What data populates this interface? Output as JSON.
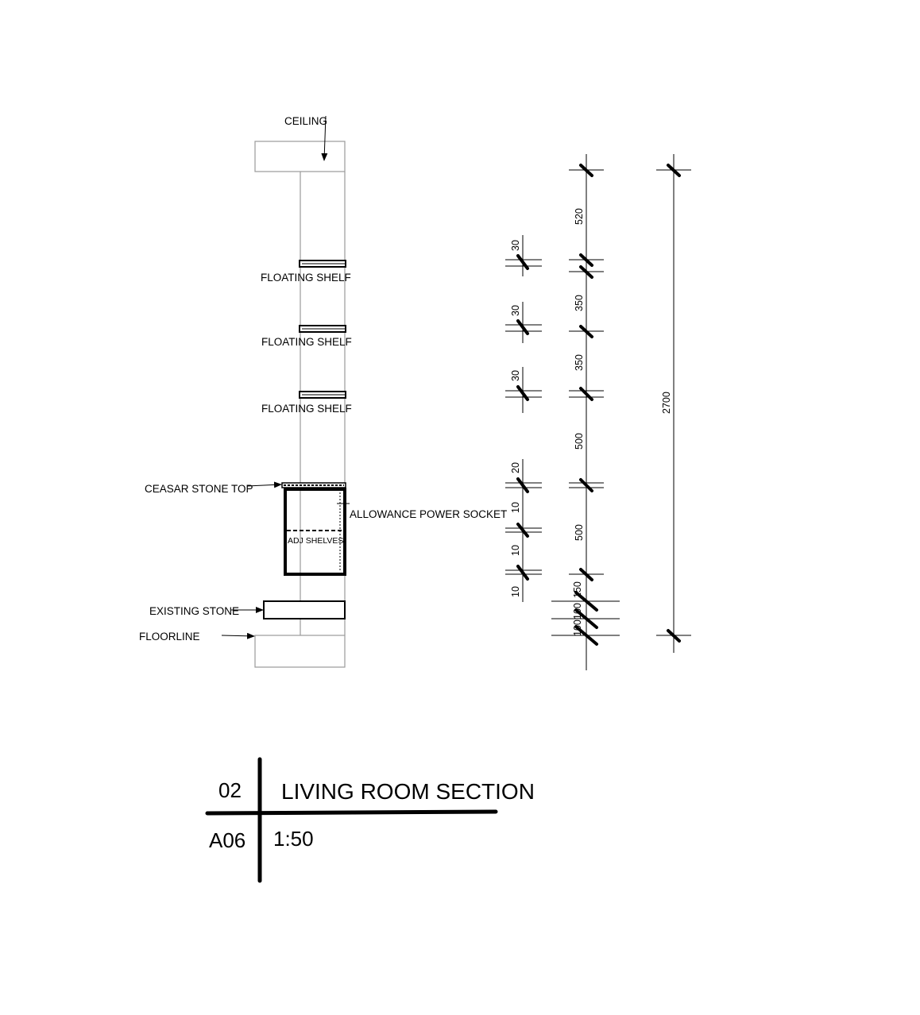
{
  "labels": {
    "ceiling": "CEILING",
    "floating_shelf_1": "FLOATING SHELF",
    "floating_shelf_2": "FLOATING SHELF",
    "floating_shelf_3": "FLOATING SHELF",
    "ceasar_stone_top": "CEASAR STONE TOP",
    "allowance_power_socket": "ALLOWANCE POWER SOCKET",
    "adj_shelves": "ADJ SHELVES",
    "existing_stone": "EXISTING STONE",
    "floorline": "FLOORLINE"
  },
  "dimensions": {
    "small_chain": [
      "30",
      "30",
      "30",
      "20",
      "10",
      "10",
      "10"
    ],
    "main_chain": [
      "520",
      "350",
      "350",
      "500",
      "500",
      "150",
      "100",
      "100"
    ],
    "overall": "2700"
  },
  "title_block": {
    "drawing_number": "02",
    "drawing_title": "LIVING ROOM SECTION",
    "sheet": "A06",
    "scale": "1:50"
  }
}
